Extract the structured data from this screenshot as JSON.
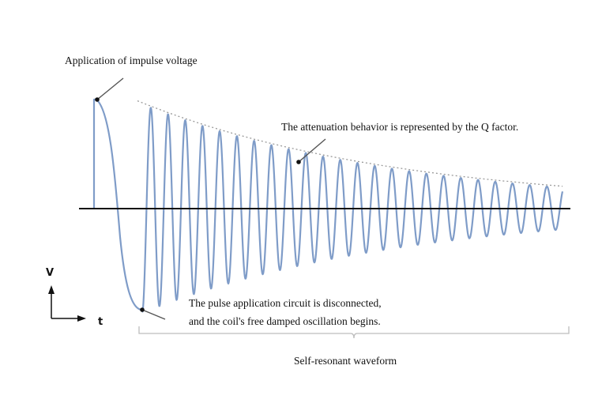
{
  "annotations": {
    "impulse": "Application of impulse voltage",
    "attenuation": "The attenuation behavior is represented by the Q factor.",
    "disconnect_line1": "The pulse application circuit is disconnected,",
    "disconnect_line2": "and the coil's free damped oscillation begins.",
    "brace_label": "Self-resonant waveform"
  },
  "axes": {
    "y_label": "V",
    "x_label": "t"
  },
  "colors": {
    "waveform": "#7f9cc8",
    "envelope": "#9a9a9a",
    "baseline": "#111111",
    "brace": "#bdbdbd"
  }
}
